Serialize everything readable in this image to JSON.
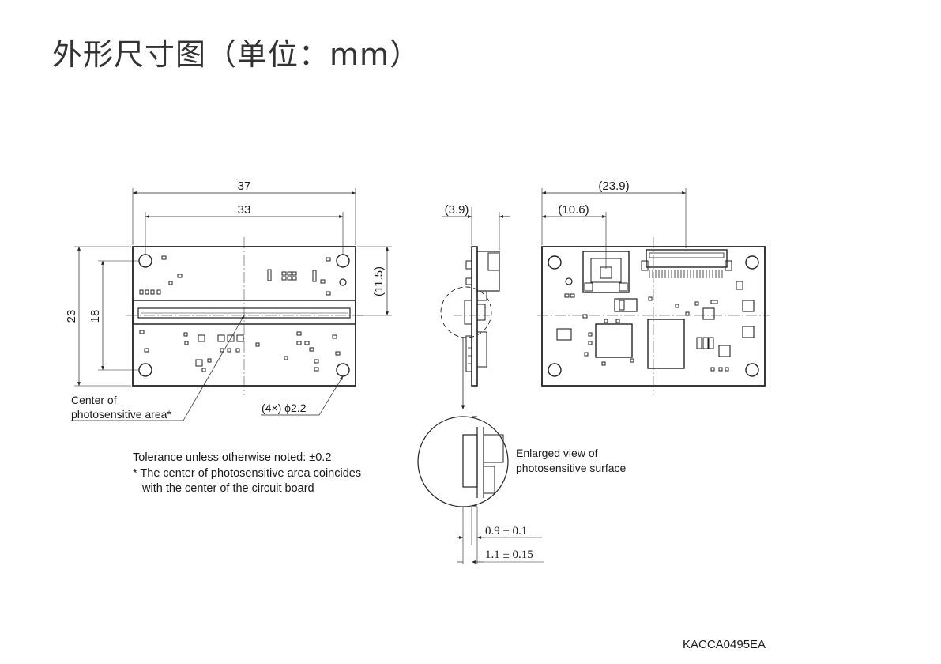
{
  "title": "外形尺寸图（单位：mm）",
  "front_view": {
    "dim_width_outer": "37",
    "dim_width_holes": "33",
    "dim_height_outer": "23",
    "dim_height_holes": "18",
    "dim_center_height": "(11.5)",
    "center_label_line1": "Center of",
    "center_label_line2": "photosensitive area*",
    "hole_label": "(4×) ϕ2.2"
  },
  "side_view": {
    "dim_thickness": "(3.9)",
    "enlarged_label_line1": "Enlarged view of",
    "enlarged_label_line2": "photosensitive surface",
    "dim_surface_1": "0.9 ± 0.1",
    "dim_surface_2": "1.1 ± 0.15"
  },
  "rear_view": {
    "dim_connector_right": "(23.9)",
    "dim_usb_center": "(10.6)"
  },
  "notes": {
    "tolerance": "Tolerance unless otherwise noted: ±0.2",
    "note_line1": "* The center of photosensitive area coincides",
    "note_line2": "with the center of the circuit board"
  },
  "drawing_code": "KACCA0495EA"
}
